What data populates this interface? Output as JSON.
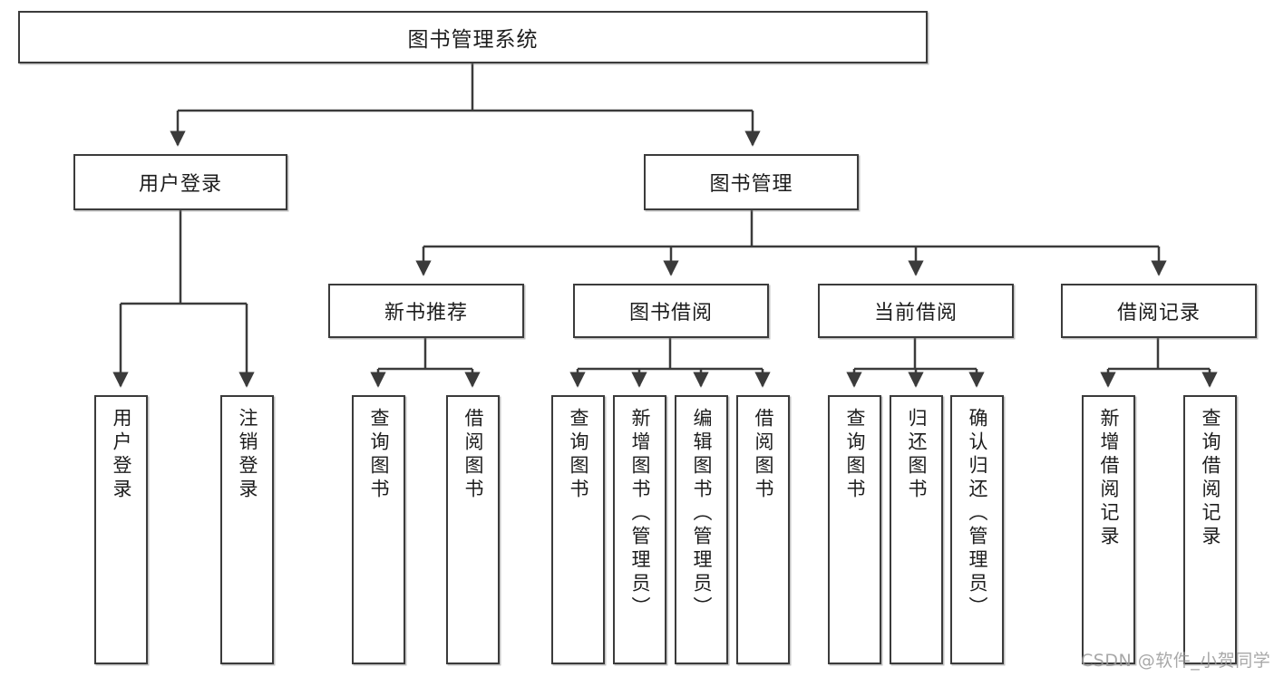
{
  "diagram": {
    "title": "图书管理系统",
    "type": "hierarchy-tree",
    "watermark": "CSDN @软件_小贺同学",
    "colors": {
      "border": "#3b3b3b",
      "background": "#ffffff",
      "text": "#1d1d1d",
      "watermark": "#9a9a9a"
    },
    "levels": {
      "root": {
        "label": "图书管理系统"
      },
      "level2": [
        {
          "id": "user-login",
          "label": "用户登录"
        },
        {
          "id": "book-manage",
          "label": "图书管理"
        }
      ],
      "level3": [
        {
          "id": "new-book-rec",
          "label": "新书推荐"
        },
        {
          "id": "book-borrow",
          "label": "图书借阅"
        },
        {
          "id": "current-borrow",
          "label": "当前借阅"
        },
        {
          "id": "borrow-record",
          "label": "借阅记录"
        }
      ],
      "leaves": {
        "user-login": [
          {
            "id": "leaf-user-login",
            "label": "用户登录"
          },
          {
            "id": "leaf-logout-login",
            "label": "注销登录"
          }
        ],
        "new-book-rec": [
          {
            "id": "leaf-query-book-1",
            "label": "查询图书"
          },
          {
            "id": "leaf-borrow-book-1",
            "label": "借阅图书"
          }
        ],
        "book-borrow": [
          {
            "id": "leaf-query-book-2",
            "label": "查询图书"
          },
          {
            "id": "leaf-add-book",
            "label": "新增图书（管理员）"
          },
          {
            "id": "leaf-edit-book",
            "label": "编辑图书（管理员）"
          },
          {
            "id": "leaf-borrow-book-2",
            "label": "借阅图书"
          }
        ],
        "current-borrow": [
          {
            "id": "leaf-query-book-3",
            "label": "查询图书"
          },
          {
            "id": "leaf-return-book",
            "label": "归还图书"
          },
          {
            "id": "leaf-confirm-return",
            "label": "确认归还（管理员）"
          }
        ],
        "borrow-record": [
          {
            "id": "leaf-add-record",
            "label": "新增借阅记录"
          },
          {
            "id": "leaf-query-record",
            "label": "查询借阅记录"
          }
        ]
      }
    }
  }
}
